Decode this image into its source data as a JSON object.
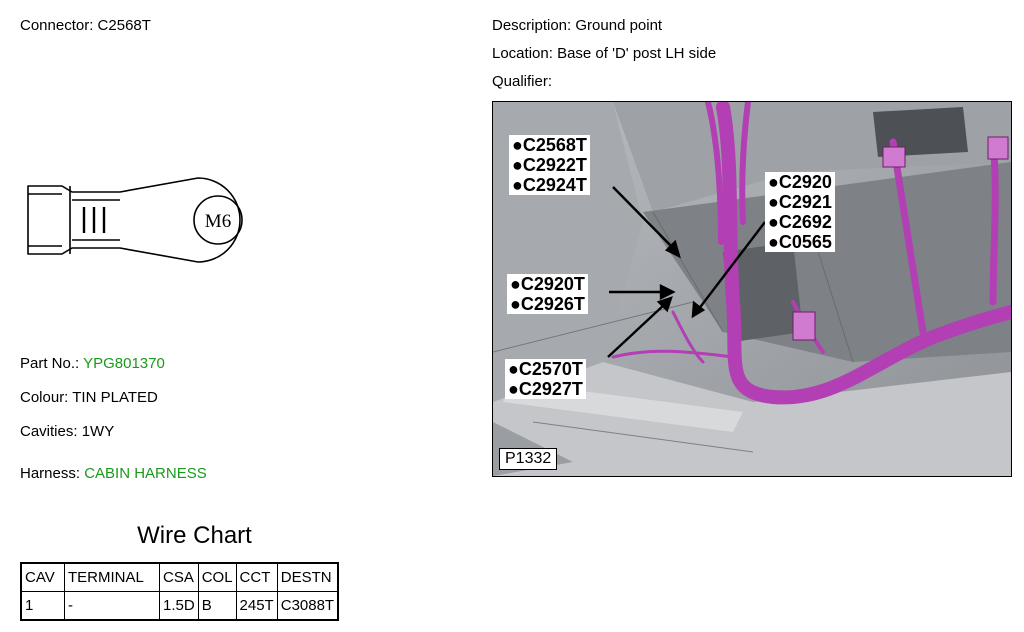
{
  "header": {
    "connector_label": "Connector:",
    "connector_value": "C2568T",
    "description_label": "Description:",
    "description_value": "Ground point",
    "location_label": "Location:",
    "location_value": "Base of 'D' post LH side",
    "qualifier_label": "Qualifier:",
    "qualifier_value": ""
  },
  "terminal": {
    "stamp": "M6"
  },
  "details": {
    "part_label": "Part No.:",
    "part_value": "YPG801370",
    "colour_label": "Colour:",
    "colour_value": "TIN PLATED",
    "cavities_label": "Cavities:",
    "cavities_value": "1WY",
    "harness_label": "Harness:",
    "harness_value": "CABIN HARNESS"
  },
  "photo": {
    "ref": "P1332",
    "callouts": [
      [
        "C2568T",
        "C2922T",
        "C2924T"
      ],
      [
        "C2920",
        "C2921",
        "C2692",
        "C0565"
      ],
      [
        "C2920T",
        "C2926T"
      ],
      [
        "C2570T",
        "C2927T"
      ]
    ]
  },
  "wire_chart": {
    "title": "Wire Chart",
    "headers": [
      "CAV",
      "TERMINAL",
      "CSA",
      "COL",
      "CCT",
      "DESTN"
    ],
    "rows": [
      [
        "1",
        "-",
        "1.5D",
        "B",
        "245T",
        "C3088T"
      ]
    ]
  },
  "colors": {
    "link_green": "#1a9a1a",
    "harness_magenta": "#b23fb3"
  }
}
